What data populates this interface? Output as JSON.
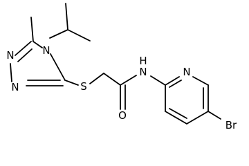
{
  "molecule": {
    "atom_labels": {
      "n1": "N",
      "n2": "N",
      "n4": "N",
      "s": "S",
      "o": "O",
      "nh": "N",
      "h": "H",
      "npy": "N",
      "br": "Br"
    },
    "colors": {
      "bond": "#000000",
      "text": "#000000",
      "background": "#ffffff"
    }
  }
}
